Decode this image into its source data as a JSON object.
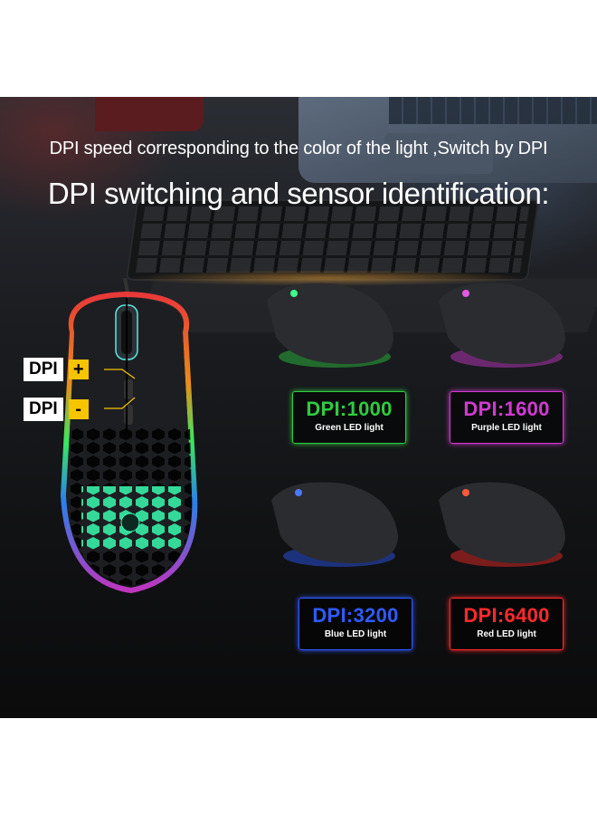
{
  "caption_line1": "DPI speed corresponding to the color of the light ,Switch by DPI",
  "caption_line2": "DPI switching and sensor identification:",
  "dpi_buttons": [
    {
      "label": "DPI",
      "sign": "+"
    },
    {
      "label": "DPI",
      "sign": "-"
    }
  ],
  "dpi_levels": [
    {
      "value": "DPI:1000",
      "light": "Green LED light",
      "color": "#2ecc40"
    },
    {
      "value": "DPI:1600",
      "light": "Purple LED light",
      "color": "#d13ad1"
    },
    {
      "value": "DPI:3200",
      "light": "Blue LED light",
      "color": "#2f5bff"
    },
    {
      "value": "DPI:6400",
      "light": "Red  LED light",
      "color": "#ff2a2a"
    }
  ],
  "icons": [
    "gaming-mouse-photo",
    "keyboard-photo",
    "laptop-photo"
  ]
}
